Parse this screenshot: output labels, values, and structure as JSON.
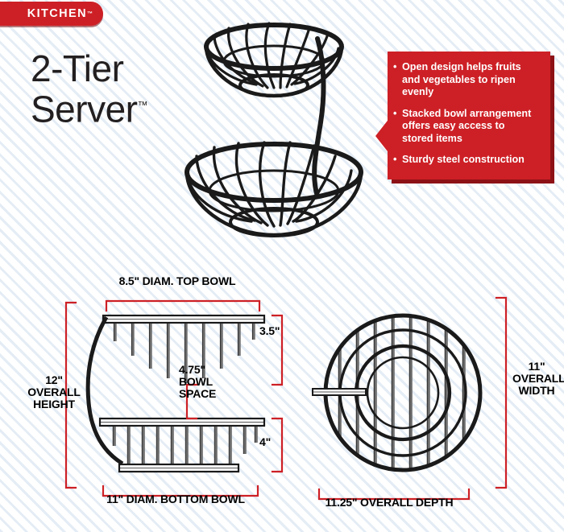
{
  "badge": {
    "label": "KITCHEN",
    "trademark": "™"
  },
  "title": {
    "line1": "2-Tier",
    "line2": "Server",
    "trademark": "™"
  },
  "colors": {
    "brand_red": "#cd2026",
    "shadow_red": "#8d1216",
    "text_black": "#231f20",
    "wire_black": "#1a1a1a",
    "background": "#ffffff",
    "stripe": "#dfe9f3"
  },
  "features": {
    "items": [
      "Open design helps fruits and vegetables to ripen evenly",
      "Stacked bowl arrangement offers easy access to stored items",
      "Sturdy steel construction"
    ]
  },
  "product_photo": {
    "alt": "two-tier black wire fruit basket server"
  },
  "diagrams": {
    "side_view": {
      "labels": {
        "top_bowl_diameter": "8.5\" DIAM. TOP BOWL",
        "top_bowl_height": "3.5\"",
        "bowl_space": "4.75\"\nBOWL\nSPACE",
        "overall_height": "12\"\nOVERALL\nHEIGHT",
        "bottom_bowl_height": "4\"",
        "bottom_bowl_diameter": "11\" DIAM. BOTTOM BOWL"
      }
    },
    "top_view": {
      "labels": {
        "overall_width": "11\"\nOVERALL\nWIDTH",
        "overall_depth": "11.25\" OVERALL DEPTH"
      }
    }
  }
}
